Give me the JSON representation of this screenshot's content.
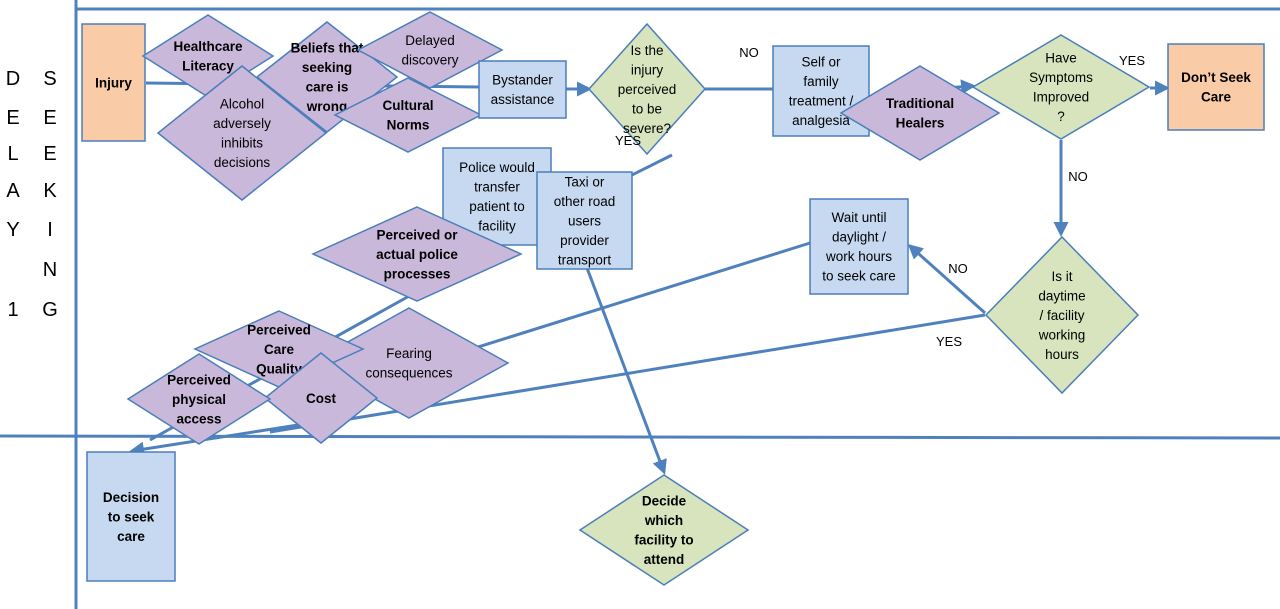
{
  "side_labels": {
    "col1": [
      "D",
      "E",
      "L",
      "A",
      "Y",
      "1"
    ],
    "col2": [
      "S",
      "E",
      "E",
      "K",
      "I",
      "N",
      "G"
    ]
  },
  "colors": {
    "line": "#4f81bd",
    "stroke": "#4a7ebb",
    "orange_fill": "#f9cba7",
    "purple_fill": "#c9b8da",
    "blue_fill": "#c6d9f1",
    "green_fill": "#d7e4bd",
    "text": "#000000"
  },
  "nodes": [
    {
      "id": "injury",
      "shape": "rect",
      "fill": "orange",
      "bold": true,
      "lines": [
        "Injury"
      ]
    },
    {
      "id": "healthcare_literacy",
      "shape": "diamond",
      "fill": "purple",
      "bold": true,
      "lines": [
        "Healthcare",
        "Literacy"
      ]
    },
    {
      "id": "alcohol",
      "shape": "diamond",
      "fill": "purple",
      "bold": false,
      "lines": [
        "Alcohol",
        "adversely",
        "inhibits",
        "decisions"
      ]
    },
    {
      "id": "beliefs",
      "shape": "diamond",
      "fill": "purple",
      "bold": true,
      "lines": [
        "Beliefs that",
        "seeking",
        "care is",
        "wrong"
      ]
    },
    {
      "id": "delayed_discovery",
      "shape": "diamond",
      "fill": "purple",
      "bold": false,
      "lines": [
        "Delayed",
        "discovery"
      ]
    },
    {
      "id": "cultural_norms",
      "shape": "diamond",
      "fill": "purple",
      "bold": true,
      "lines": [
        "Cultural",
        "Norms"
      ]
    },
    {
      "id": "bystander",
      "shape": "rect",
      "fill": "blue",
      "bold": false,
      "lines": [
        "Bystander",
        "assistance"
      ]
    },
    {
      "id": "severe",
      "shape": "diamond",
      "fill": "green",
      "bold": false,
      "lines": [
        "Is the",
        "injury",
        "perceived",
        "to be",
        "severe?"
      ]
    },
    {
      "id": "self_treatment",
      "shape": "rect",
      "fill": "blue",
      "bold": false,
      "lines": [
        "Self or",
        "family",
        "treatment /",
        "analgesia"
      ]
    },
    {
      "id": "traditional_healers",
      "shape": "diamond",
      "fill": "purple",
      "bold": true,
      "lines": [
        "Traditional",
        "Healers"
      ]
    },
    {
      "id": "symptoms_improved",
      "shape": "diamond",
      "fill": "green",
      "bold": false,
      "lines": [
        "Have",
        "Symptoms",
        "Improved",
        "?"
      ]
    },
    {
      "id": "dont_seek",
      "shape": "rect",
      "fill": "orange",
      "bold": true,
      "lines": [
        "Don’t Seek",
        "Care"
      ]
    },
    {
      "id": "police_transfer",
      "shape": "rect",
      "fill": "blue",
      "bold": false,
      "lines": [
        "Police would",
        "transfer",
        "patient to",
        "facility"
      ]
    },
    {
      "id": "taxi",
      "shape": "rect",
      "fill": "blue",
      "bold": false,
      "lines": [
        "Taxi or",
        "other road",
        "users",
        "provider",
        "transport"
      ]
    },
    {
      "id": "police_processes",
      "shape": "diamond",
      "fill": "purple",
      "bold": true,
      "lines": [
        "Perceived or",
        "actual police",
        "processes"
      ]
    },
    {
      "id": "wait_daylight",
      "shape": "rect",
      "fill": "blue",
      "bold": false,
      "lines": [
        "Wait until",
        "daylight /",
        "work hours",
        "to seek care"
      ]
    },
    {
      "id": "daytime",
      "shape": "diamond",
      "fill": "green",
      "bold": false,
      "lines": [
        "Is it",
        "daytime",
        "/ facility",
        "working",
        "hours"
      ]
    },
    {
      "id": "fearing",
      "shape": "diamond",
      "fill": "purple",
      "bold": false,
      "lines": [
        "Fearing",
        "consequences"
      ]
    },
    {
      "id": "care_quality",
      "shape": "diamond",
      "fill": "purple",
      "bold": true,
      "lines": [
        "Perceived",
        "Care",
        "Quality"
      ]
    },
    {
      "id": "cost",
      "shape": "diamond",
      "fill": "purple",
      "bold": true,
      "lines": [
        "Cost"
      ]
    },
    {
      "id": "physical_access",
      "shape": "diamond",
      "fill": "purple",
      "bold": true,
      "lines": [
        "Perceived",
        "physical",
        "access"
      ]
    },
    {
      "id": "decision",
      "shape": "rect",
      "fill": "blue",
      "bold": true,
      "lines": [
        "Decision",
        "to seek",
        "care"
      ]
    },
    {
      "id": "decide_facility",
      "shape": "diamond",
      "fill": "green",
      "bold": true,
      "lines": [
        "Decide",
        "which",
        "facility to",
        "attend"
      ]
    }
  ],
  "edge_labels": {
    "no_top": "NO",
    "yes_severe": "YES",
    "yes_improved": "YES",
    "no_improved": "NO",
    "no_daytime": "NO",
    "yes_daytime": "YES"
  }
}
